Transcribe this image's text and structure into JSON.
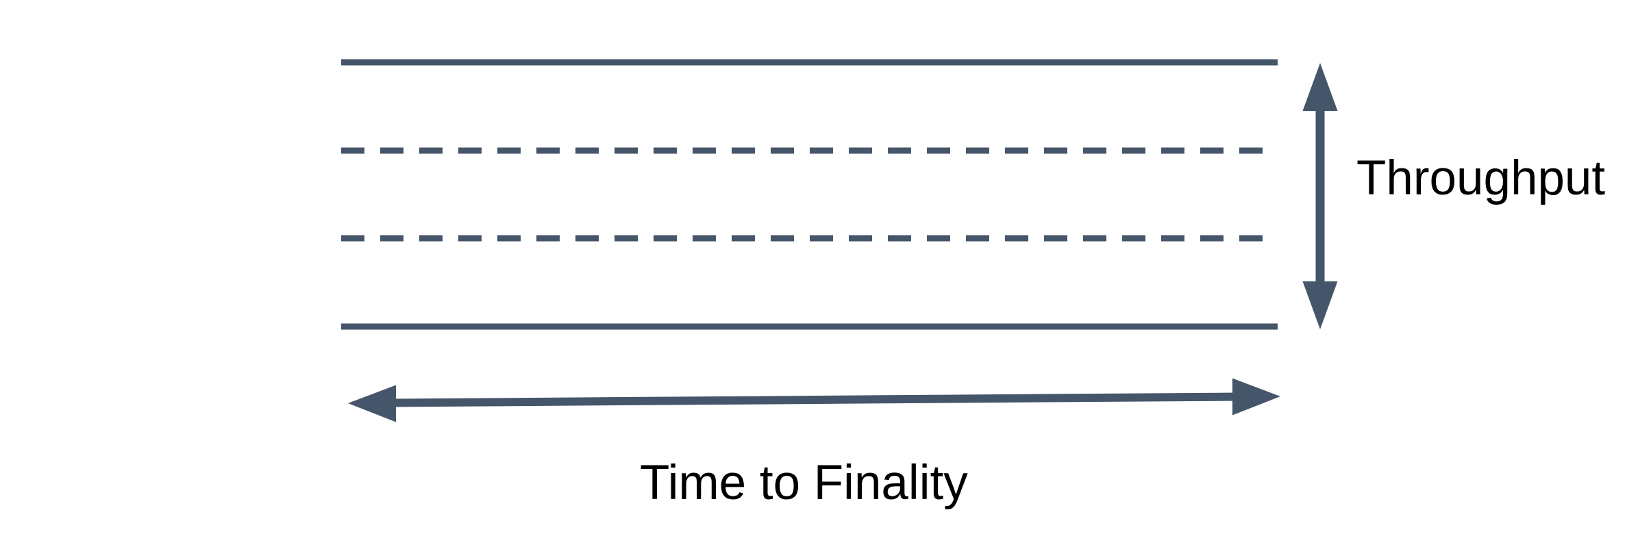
{
  "labels": {
    "throughput": "Throughput",
    "time_to_finality": "Time to Finality"
  },
  "colors": {
    "shape_stroke": "#45566A",
    "label_text": "#000000",
    "background": "#FFFFFF"
  },
  "figure": {
    "description": "Horizontal band of two solid boundary lines with two dashed lines between them; a vertical double-headed arrow labeled Throughput spans the band height; a horizontal double-headed arrow labeled Time to Finality spans the band width.",
    "solid_line_count": 2,
    "dashed_line_count": 2
  }
}
